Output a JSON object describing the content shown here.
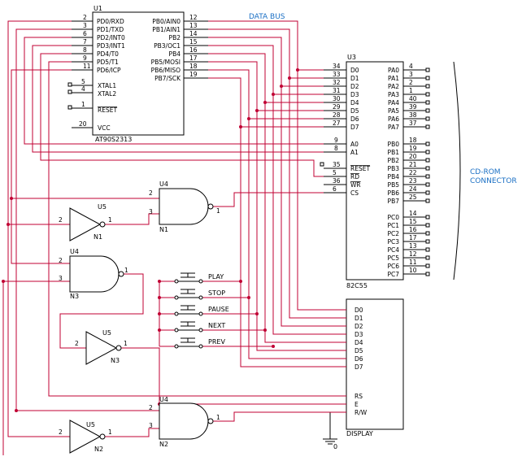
{
  "bus_label": "DATA BUS",
  "connector_label": [
    "CD-ROM",
    "CONNECTOR"
  ],
  "u1": {
    "ref": "U1",
    "part": "AT90S2313",
    "left_pins": [
      {
        "num": "2",
        "name": "PD0/RXD"
      },
      {
        "num": "3",
        "name": "PD1/TXD"
      },
      {
        "num": "6",
        "name": "PD2/INT0"
      },
      {
        "num": "7",
        "name": "PD3/INT1"
      },
      {
        "num": "8",
        "name": "PD4/T0"
      },
      {
        "num": "9",
        "name": "PD5/T1"
      },
      {
        "num": "11",
        "name": "PD6/ICP"
      }
    ],
    "right_pins": [
      {
        "num": "12",
        "name": "PB0/AIN0"
      },
      {
        "num": "13",
        "name": "PB1/AIN1"
      },
      {
        "num": "14",
        "name": "PB2"
      },
      {
        "num": "15",
        "name": "PB3/OC1"
      },
      {
        "num": "16",
        "name": "PB4"
      },
      {
        "num": "17",
        "name": "PB5/MOSI"
      },
      {
        "num": "18",
        "name": "PB6/MISO"
      },
      {
        "num": "19",
        "name": "PB7/SCK"
      }
    ],
    "xtal1": {
      "num": "5",
      "name": "XTAL1"
    },
    "xtal2": {
      "num": "4",
      "name": "XTAL2"
    },
    "reset": {
      "num": "1",
      "name": "RESET"
    },
    "vcc": {
      "num": "20",
      "name": "VCC"
    }
  },
  "u3": {
    "ref": "U3",
    "part": "82C55",
    "d_pins": [
      {
        "num": "34",
        "name": "D0"
      },
      {
        "num": "33",
        "name": "D1"
      },
      {
        "num": "32",
        "name": "D2"
      },
      {
        "num": "31",
        "name": "D3"
      },
      {
        "num": "30",
        "name": "D4"
      },
      {
        "num": "29",
        "name": "D5"
      },
      {
        "num": "28",
        "name": "D6"
      },
      {
        "num": "27",
        "name": "D7"
      }
    ],
    "a_pins": [
      {
        "num": "9",
        "name": "A0"
      },
      {
        "num": "8",
        "name": "A1"
      }
    ],
    "ctl_pins": [
      {
        "num": "35",
        "name": "RESET"
      },
      {
        "num": "5",
        "name": "RD"
      },
      {
        "num": "36",
        "name": "WR"
      },
      {
        "num": "6",
        "name": "CS"
      }
    ],
    "pa_pins": [
      {
        "num": "4",
        "name": "PA0"
      },
      {
        "num": "3",
        "name": "PA1"
      },
      {
        "num": "2",
        "name": "PA2"
      },
      {
        "num": "1",
        "name": "PA3"
      },
      {
        "num": "40",
        "name": "PA4"
      },
      {
        "num": "39",
        "name": "PA5"
      },
      {
        "num": "38",
        "name": "PA6"
      },
      {
        "num": "37",
        "name": "PA7"
      }
    ],
    "pb_pins": [
      {
        "num": "18",
        "name": "PB0"
      },
      {
        "num": "19",
        "name": "PB1"
      },
      {
        "num": "20",
        "name": "PB2"
      },
      {
        "num": "21",
        "name": "PB3"
      },
      {
        "num": "22",
        "name": "PB4"
      },
      {
        "num": "23",
        "name": "PB5"
      },
      {
        "num": "24",
        "name": "PB6"
      },
      {
        "num": "25",
        "name": "PB7"
      }
    ],
    "pc_pins": [
      {
        "num": "14",
        "name": "PC0"
      },
      {
        "num": "15",
        "name": "PC1"
      },
      {
        "num": "16",
        "name": "PC2"
      },
      {
        "num": "17",
        "name": "PC3"
      },
      {
        "num": "13",
        "name": "PC4"
      },
      {
        "num": "12",
        "name": "PC5"
      },
      {
        "num": "11",
        "name": "PC6"
      },
      {
        "num": "10",
        "name": "PC7"
      }
    ]
  },
  "display": {
    "label": "DISPLAY",
    "d_pins": [
      "D0",
      "D1",
      "D2",
      "D3",
      "D4",
      "D5",
      "D6",
      "D7"
    ],
    "ctl_pins": [
      "RS",
      "E",
      "R/W"
    ],
    "ground_label": "0"
  },
  "buttons": [
    "PLAY",
    "STOP",
    "PAUSE",
    "NEXT",
    "PREV"
  ],
  "gates": {
    "and1": {
      "ref": "U4",
      "name": "N1",
      "in1": "2",
      "in2": "3",
      "out": "1"
    },
    "and2": {
      "ref": "U4",
      "name": "N3",
      "in1": "2",
      "in2": "3",
      "out": "1"
    },
    "and3": {
      "ref": "U4",
      "name": "N2",
      "in1": "2",
      "in2": "3",
      "out": "1"
    },
    "inv1": {
      "ref": "U5",
      "name": "N1",
      "in": "2",
      "out": "1"
    },
    "inv2": {
      "ref": "U5",
      "name": "N3",
      "in": "2",
      "out": "1"
    },
    "inv3": {
      "ref": "U5",
      "name": "N2",
      "in": "2",
      "out": "1"
    }
  }
}
